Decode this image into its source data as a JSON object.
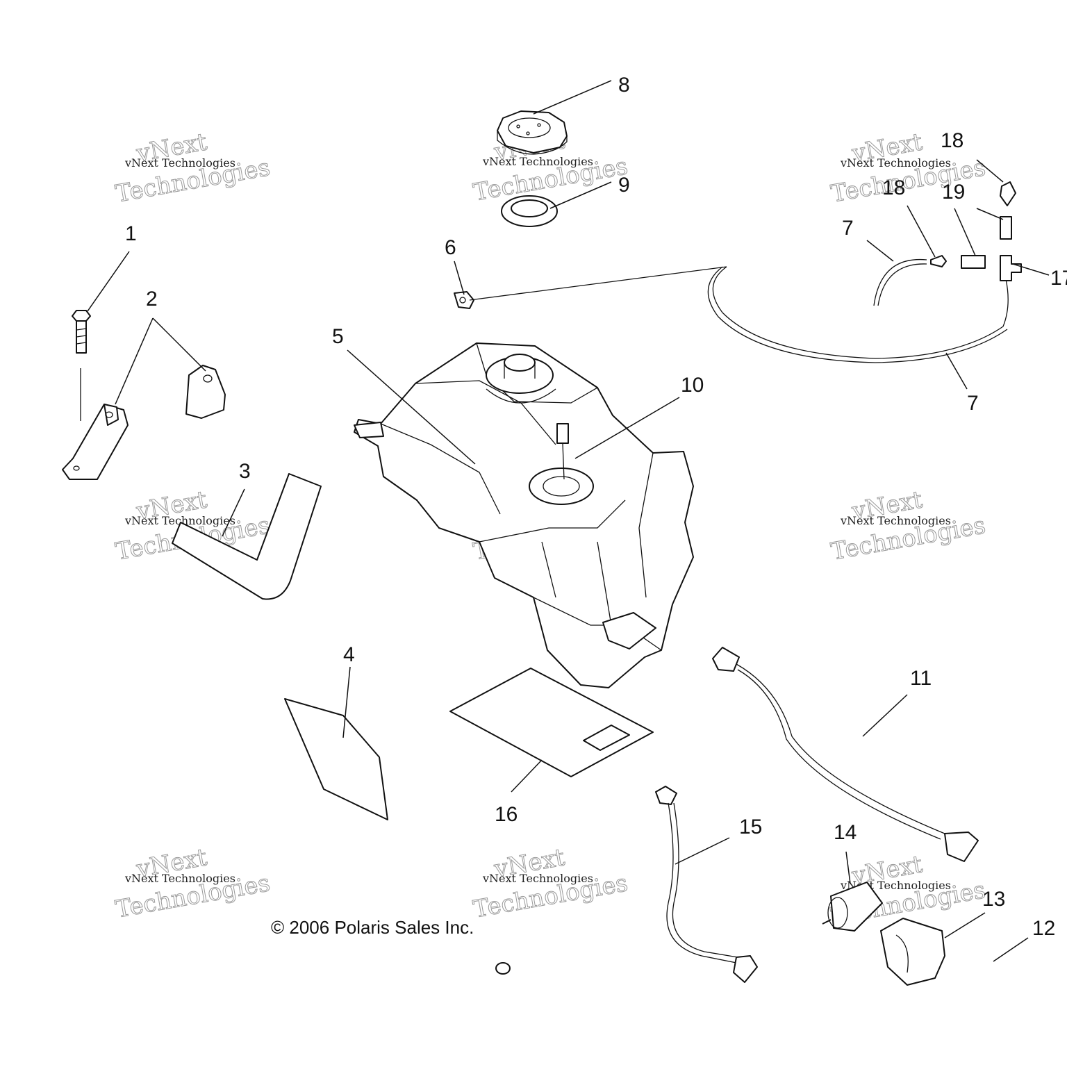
{
  "diagram": {
    "callouts": [
      "1",
      "2",
      "3",
      "4",
      "5",
      "6",
      "7",
      "7",
      "8",
      "9",
      "10",
      "11",
      "12",
      "13",
      "14",
      "15",
      "16",
      "17",
      "18",
      "18",
      "19"
    ],
    "copyright": "© 2006 Polaris Sales Inc.",
    "watermark": {
      "line1": "vNext Technologies",
      "line2": "vNext",
      "line3": "Technologies"
    }
  }
}
